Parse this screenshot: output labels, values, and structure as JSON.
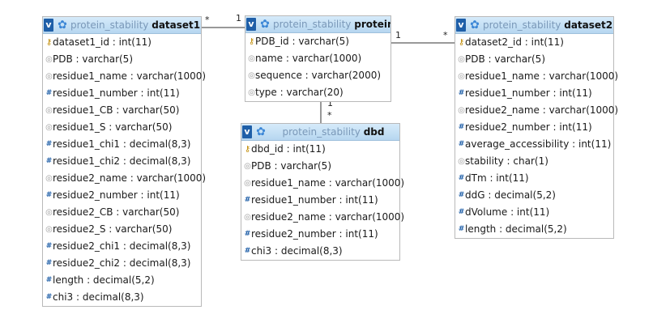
{
  "tables": [
    {
      "id": "dataset1",
      "db": "protein_stability",
      "name": "dataset1",
      "columns": [
        {
          "text": "dataset1_id : int(11)",
          "icon": "key-icon"
        },
        {
          "text": "PDB : varchar(5)",
          "icon": "text-column-icon"
        },
        {
          "text": "residue1_name : varchar(1000)",
          "icon": "text-column-icon"
        },
        {
          "text": "residue1_number : int(11)",
          "icon": "numeric-column-icon"
        },
        {
          "text": "residue1_CB : varchar(50)",
          "icon": "text-column-icon"
        },
        {
          "text": "residue1_S : varchar(50)",
          "icon": "text-column-icon"
        },
        {
          "text": "residue1_chi1 : decimal(8,3)",
          "icon": "numeric-column-icon"
        },
        {
          "text": "residue1_chi2 : decimal(8,3)",
          "icon": "numeric-column-icon"
        },
        {
          "text": "residue2_name : varchar(1000)",
          "icon": "text-column-icon"
        },
        {
          "text": "residue2_number : int(11)",
          "icon": "numeric-column-icon"
        },
        {
          "text": "residue2_CB : varchar(50)",
          "icon": "text-column-icon"
        },
        {
          "text": "residue2_S : varchar(50)",
          "icon": "text-column-icon"
        },
        {
          "text": "residue2_chi1 : decimal(8,3)",
          "icon": "numeric-column-icon"
        },
        {
          "text": "residue2_chi2 : decimal(8,3)",
          "icon": "numeric-column-icon"
        },
        {
          "text": "length : decimal(5,2)",
          "icon": "numeric-column-icon"
        },
        {
          "text": "chi3 : decimal(8,3)",
          "icon": "numeric-column-icon"
        }
      ]
    },
    {
      "id": "proteins",
      "db": "protein_stability",
      "name": "proteins",
      "columns": [
        {
          "text": "PDB_id : varchar(5)",
          "icon": "key-icon"
        },
        {
          "text": "name : varchar(1000)",
          "icon": "text-column-icon"
        },
        {
          "text": "sequence : varchar(2000)",
          "icon": "text-column-icon"
        },
        {
          "text": "type : varchar(20)",
          "icon": "text-column-icon"
        }
      ]
    },
    {
      "id": "dbd",
      "db": "protein_stability",
      "name": "dbd",
      "columns": [
        {
          "text": "dbd_id : int(11)",
          "icon": "key-icon"
        },
        {
          "text": "PDB : varchar(5)",
          "icon": "text-column-icon"
        },
        {
          "text": "residue1_name : varchar(1000)",
          "icon": "text-column-icon"
        },
        {
          "text": "residue1_number : int(11)",
          "icon": "numeric-column-icon"
        },
        {
          "text": "residue2_name : varchar(1000)",
          "icon": "text-column-icon"
        },
        {
          "text": "residue2_number : int(11)",
          "icon": "numeric-column-icon"
        },
        {
          "text": "chi3 : decimal(8,3)",
          "icon": "numeric-column-icon"
        }
      ]
    },
    {
      "id": "dataset2",
      "db": "protein_stability",
      "name": "dataset2",
      "columns": [
        {
          "text": "dataset2_id : int(11)",
          "icon": "key-icon"
        },
        {
          "text": "PDB : varchar(5)",
          "icon": "text-column-icon"
        },
        {
          "text": "residue1_name : varchar(1000)",
          "icon": "text-column-icon"
        },
        {
          "text": "residue1_number : int(11)",
          "icon": "numeric-column-icon"
        },
        {
          "text": "residue2_name : varchar(1000)",
          "icon": "text-column-icon"
        },
        {
          "text": "residue2_number : int(11)",
          "icon": "numeric-column-icon"
        },
        {
          "text": "average_accessibility : int(11)",
          "icon": "numeric-column-icon"
        },
        {
          "text": "stability : char(1)",
          "icon": "text-column-icon"
        },
        {
          "text": "dTm : int(11)",
          "icon": "numeric-column-icon"
        },
        {
          "text": "ddG : decimal(5,2)",
          "icon": "numeric-column-icon"
        },
        {
          "text": "dVolume : int(11)",
          "icon": "numeric-column-icon"
        },
        {
          "text": "length : decimal(5,2)",
          "icon": "numeric-column-icon"
        }
      ]
    }
  ],
  "relations": [
    {
      "from": "dataset1",
      "to": "proteins",
      "from_card": "*",
      "to_card": "1"
    },
    {
      "from": "proteins",
      "to": "dataset2",
      "from_card": "1",
      "to_card": "*"
    },
    {
      "from": "proteins",
      "to": "dbd",
      "from_card": "1",
      "to_card": "*"
    }
  ],
  "toggle_label": "v",
  "colors": {
    "header_top": "#d6ebfa",
    "header_bottom": "#b6d6f0",
    "toggle": "#1f5fa8",
    "db_name": "#7a98b8",
    "border": "#b9b9b9",
    "line": "#333333"
  }
}
